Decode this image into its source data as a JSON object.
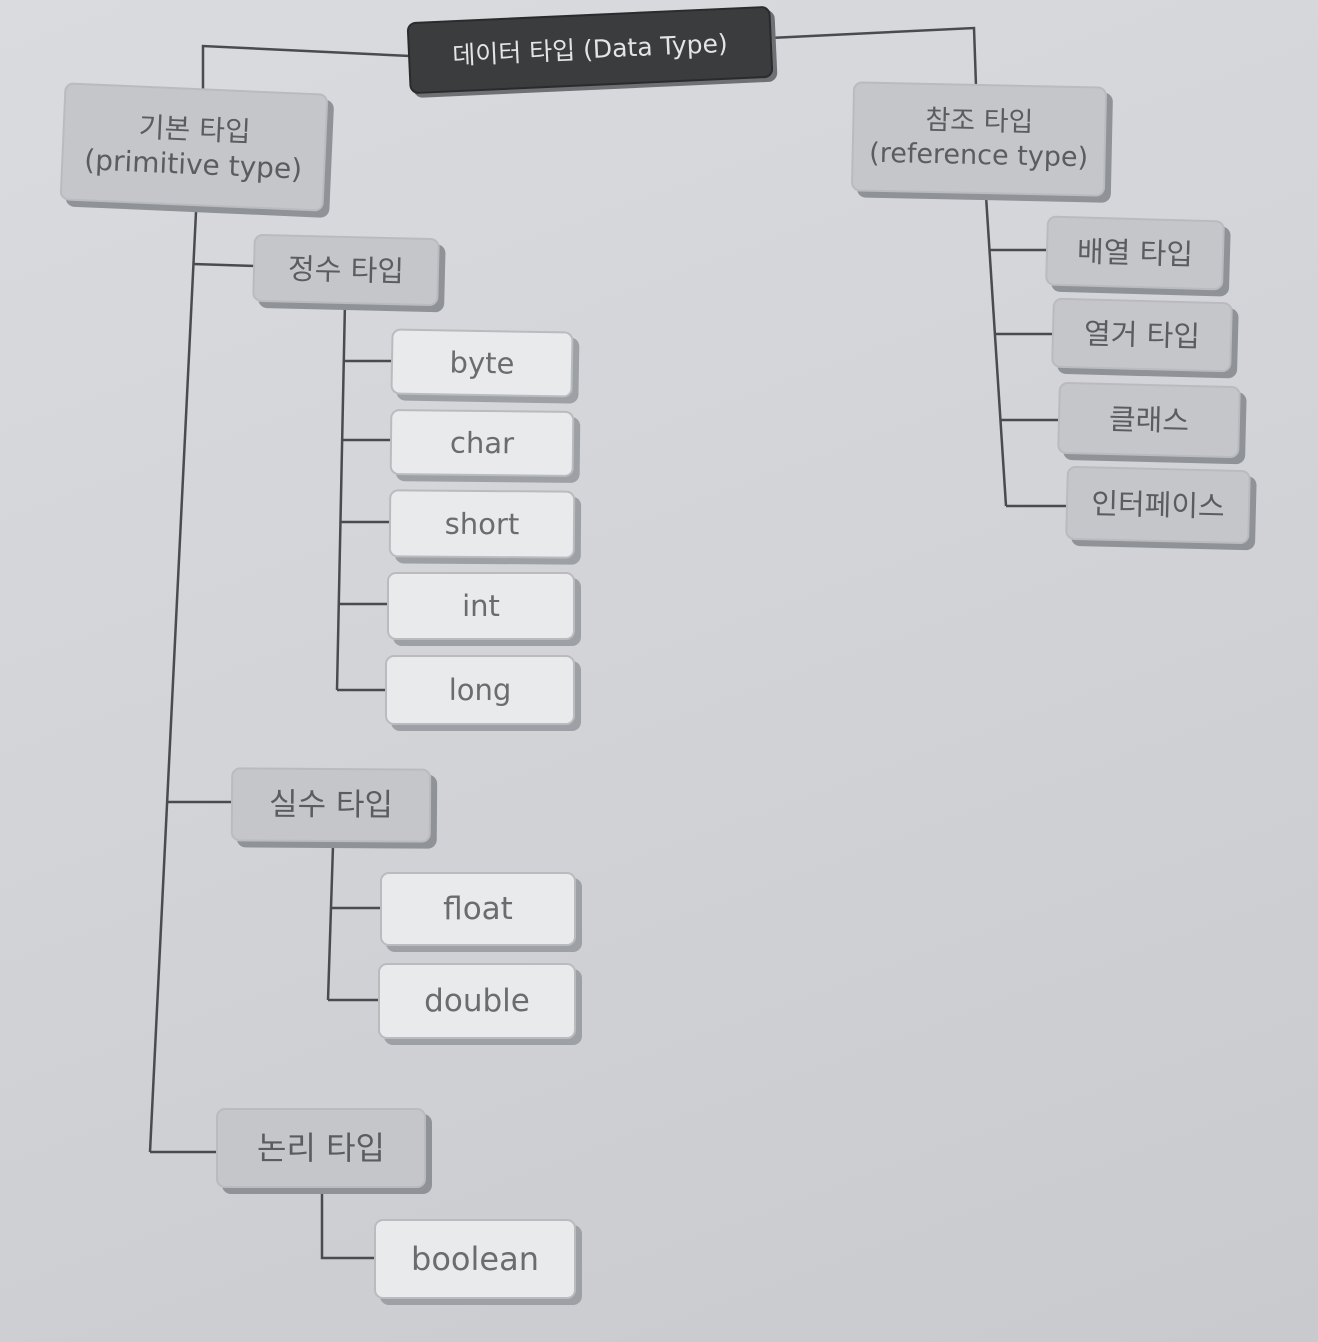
{
  "root": {
    "label": "데이터 타입 (Data Type)"
  },
  "primitive": {
    "label": "기본 타입",
    "sublabel": "(primitive type)",
    "integer": {
      "label": "정수 타입",
      "items": [
        "byte",
        "char",
        "short",
        "int",
        "long"
      ]
    },
    "real": {
      "label": "실수 타입",
      "items": [
        "float",
        "double"
      ]
    },
    "logical": {
      "label": "논리 타입",
      "items": [
        "boolean"
      ]
    }
  },
  "reference": {
    "label": "참조 타입",
    "sublabel": "(reference type)",
    "items": [
      "배열 타입",
      "열거 타입",
      "클래스",
      "인터페이스"
    ]
  }
}
